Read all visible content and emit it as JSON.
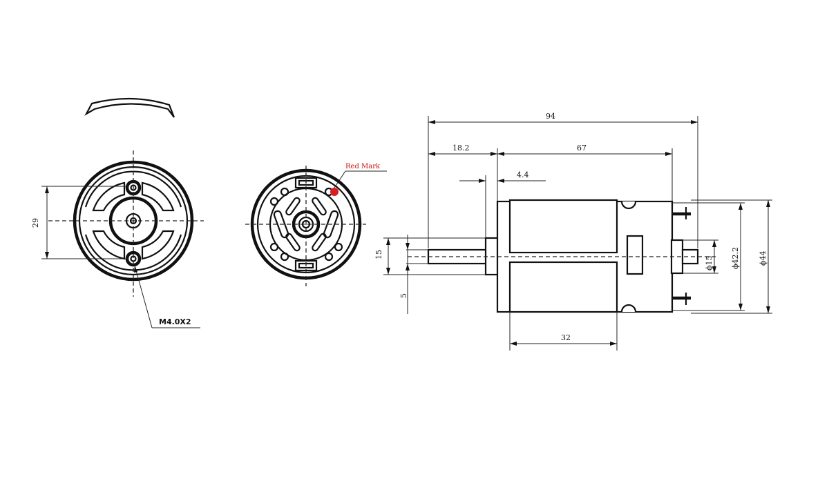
{
  "dimensions": {
    "overall_length": "94",
    "shaft_extension": "18.2",
    "body_length": "67",
    "boss_length": "4.4",
    "slot_length": "32",
    "boss_height": "15",
    "shaft_height": "5",
    "rear_boss_diameter": "ϕ15",
    "body_diameter": "ϕ42.2",
    "can_diameter": "ϕ44",
    "mount_spacing": "29"
  },
  "callouts": {
    "screw_thread": "M4.0X2",
    "red_mark": "Red Mark"
  },
  "colors": {
    "red_mark": "#d81e1e",
    "line": "#111111"
  }
}
